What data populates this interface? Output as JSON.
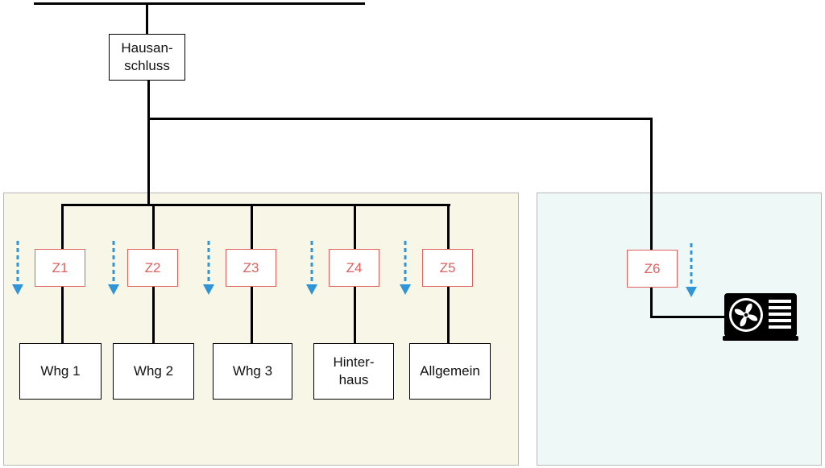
{
  "house_connection": {
    "line1": "Hausan-",
    "line2": "schluss"
  },
  "meters": [
    "Z1",
    "Z2",
    "Z3",
    "Z4",
    "Z5",
    "Z6"
  ],
  "units": {
    "whg1": "Whg 1",
    "whg2": "Whg 2",
    "whg3": "Whg 3",
    "hinterhaus_line1": "Hinter-",
    "hinterhaus_line2": "haus",
    "allgemein": "Allgemein"
  },
  "colors": {
    "meter": "#e0605e",
    "arrow": "#2f95d8",
    "building_panel": "#f8f6e6",
    "outdoor_panel": "#eef9f7"
  },
  "icons": {
    "heat_pump": "heat-pump-icon",
    "flow": "arrow-down-icon"
  }
}
